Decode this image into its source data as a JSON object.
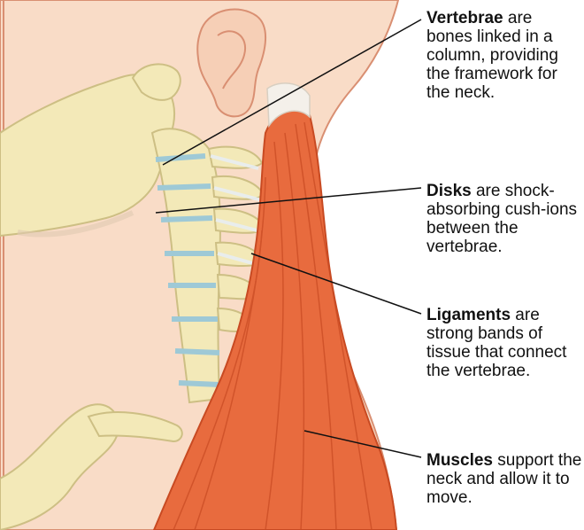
{
  "labels": {
    "vertebrae": {
      "term": "Vertebrae",
      "text": " are bones linked in a column, providing the framework for the neck."
    },
    "disks": {
      "term": "Disks",
      "text": " are shock-absorbing cush-ions between the vertebrae."
    },
    "ligaments": {
      "term": "Ligaments",
      "text": " are strong bands of tissue that connect the vertebrae."
    },
    "muscles": {
      "term": "Muscles",
      "text": " support the neck and allow it to move."
    }
  },
  "colors": {
    "background": "#ffffff",
    "skin": "#f9dcc7",
    "skin_outline": "#d98f72",
    "bone": "#f3e9b8",
    "bone_outline": "#cdbf84",
    "disk": "#9ec9d6",
    "muscle": "#e86b3e",
    "muscle_dark": "#c84a22",
    "leader_line": "#111111"
  }
}
